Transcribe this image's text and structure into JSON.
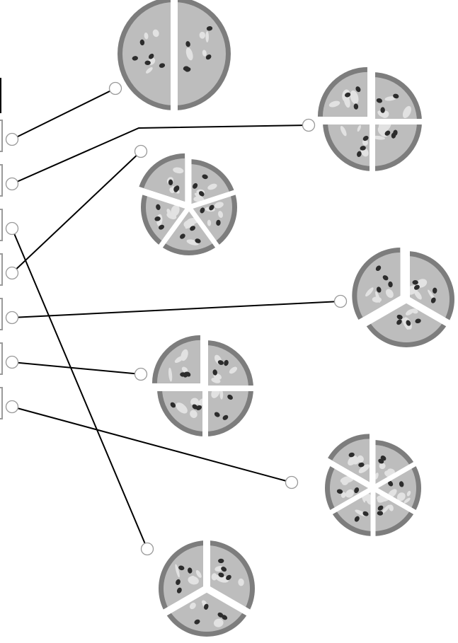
{
  "exercise": {
    "left_items": [
      {
        "id": 1
      },
      {
        "id": 2
      },
      {
        "id": 3
      },
      {
        "id": 4
      },
      {
        "id": 5
      },
      {
        "id": 6
      },
      {
        "id": 7
      }
    ],
    "pizzas": [
      {
        "id": "halves",
        "pieces": 2,
        "removed": 0
      },
      {
        "id": "quarters",
        "pieces": 4,
        "removed": 1
      },
      {
        "id": "fifths",
        "pieces": 5,
        "removed": 1
      },
      {
        "id": "thirds-a",
        "pieces": 3,
        "removed": 1
      },
      {
        "id": "quarters-b",
        "pieces": 4,
        "removed": 1
      },
      {
        "id": "sixths",
        "pieces": 6,
        "removed": 1
      },
      {
        "id": "thirds-b",
        "pieces": 3,
        "removed": 0
      }
    ],
    "connections": [
      {
        "from": 1,
        "to": "halves"
      },
      {
        "from": 2,
        "to": "quarters"
      },
      {
        "from": 3,
        "to": "thirds-b"
      },
      {
        "from": 4,
        "to": "fifths"
      },
      {
        "from": 5,
        "to": "thirds-a"
      },
      {
        "from": 6,
        "to": "quarters-b"
      },
      {
        "from": 7,
        "to": "sixths"
      }
    ]
  }
}
